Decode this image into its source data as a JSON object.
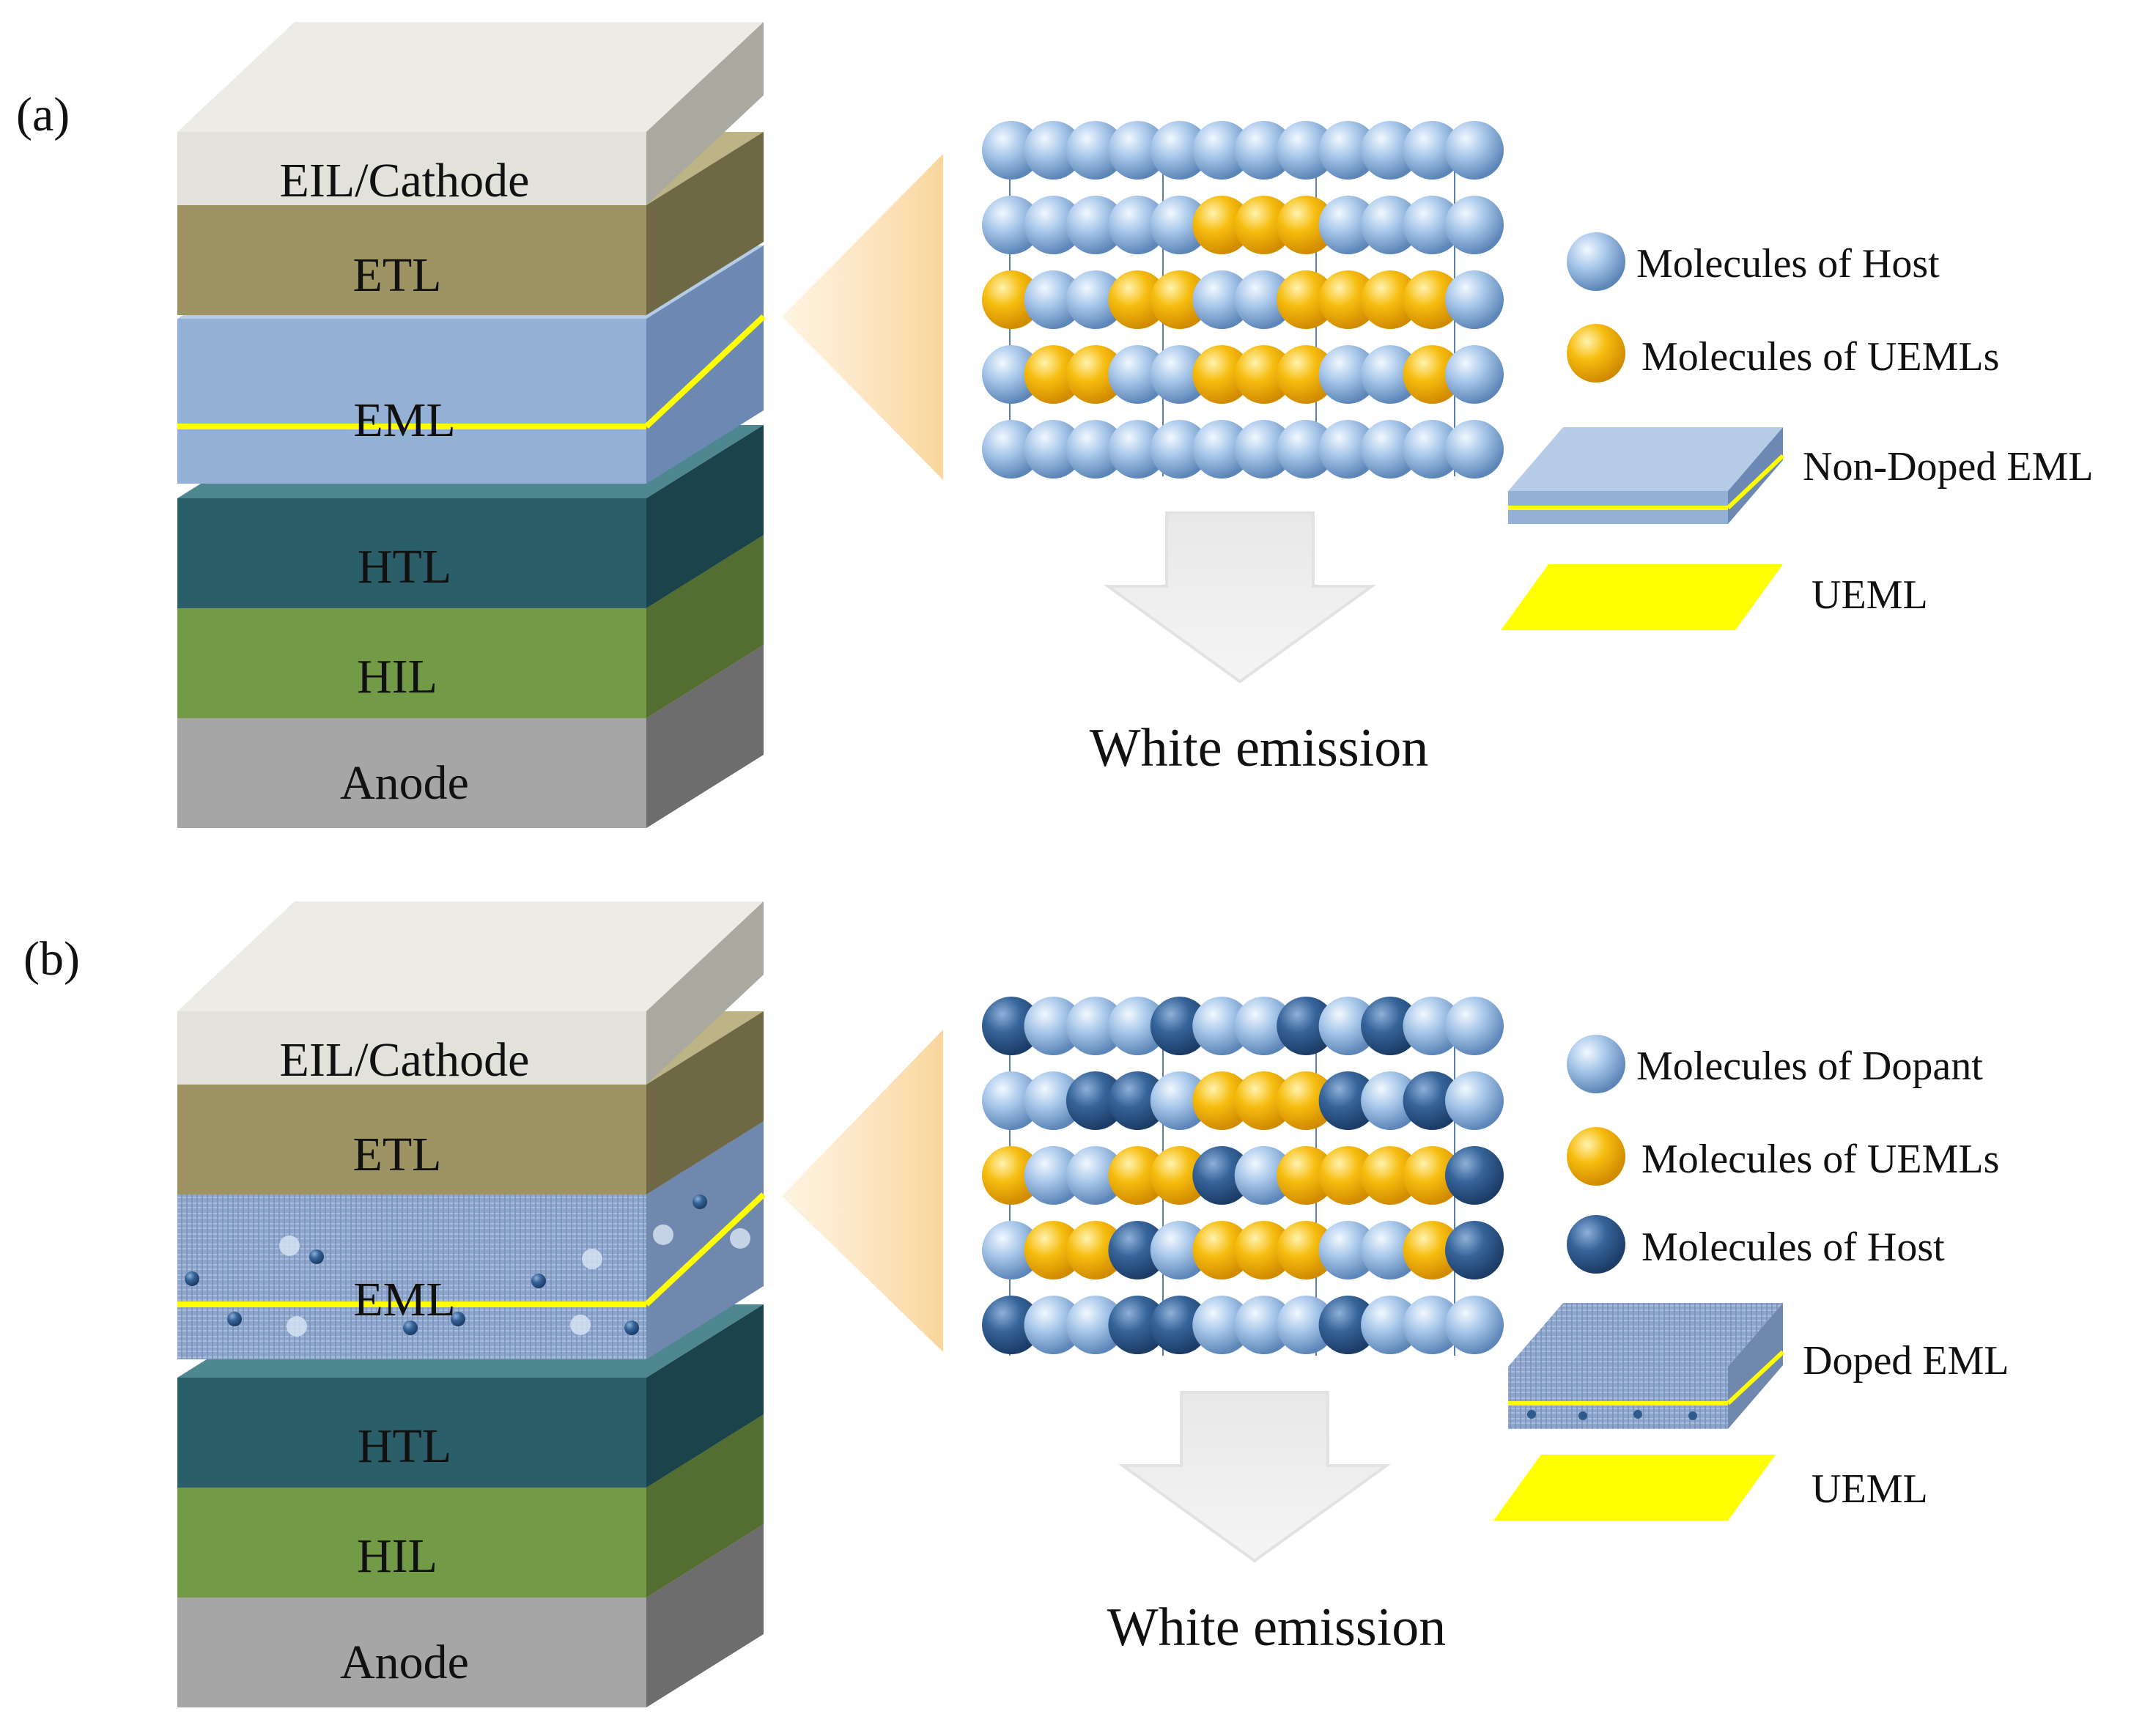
{
  "panel_a": {
    "label": "(a)",
    "layers": {
      "eil_cathode": "EIL/Cathode",
      "etl": "ETL",
      "eml": "EML",
      "htl": "HTL",
      "hil": "HIL",
      "anode": "Anode"
    },
    "legend": {
      "host": "Molecules of Host",
      "uemls": "Molecules of UEMLs",
      "eml_type": "Non-Doped EML",
      "ueml": "UEML"
    },
    "emission": "White emission"
  },
  "panel_b": {
    "label": "(b)",
    "layers": {
      "eil_cathode": "EIL/Cathode",
      "etl": "ETL",
      "eml": "EML",
      "htl": "HTL",
      "hil": "HIL",
      "anode": "Anode"
    },
    "legend": {
      "dopant": "Molecules of Dopant",
      "uemls": "Molecules of UEMLs",
      "host": "Molecules of Host",
      "eml_type": "Doped EML",
      "ueml": "UEML"
    },
    "emission": "White emission"
  },
  "colors": {
    "light_blue_sphere": "#a9c8ea",
    "yellow_sphere": "#f5b800",
    "dark_blue_sphere": "#2e5a8e",
    "ueml_yellow": "#ffff00",
    "eil_cathode": "#e2e1da",
    "etl": "#9d9363",
    "eml": "#93b0d5",
    "htl": "#2a5f6a",
    "hil": "#739a46",
    "anode": "#a6a6a6"
  },
  "molecule_rows": {
    "panel_a": [
      "LLLLLLLLLLLL",
      "LLLLLYYYLLLL",
      "YLLYYLLYYYYL",
      "LYYLLYYYLLYL",
      "LLLLLLLLLLLL"
    ],
    "panel_b": [
      "DLLLDLLDLDLL",
      "LLDDLYYYDLDL",
      "YLLYYDLYYYYD",
      "LYYDLYYYLLYD",
      "DLLDDLLLDLLL"
    ]
  }
}
